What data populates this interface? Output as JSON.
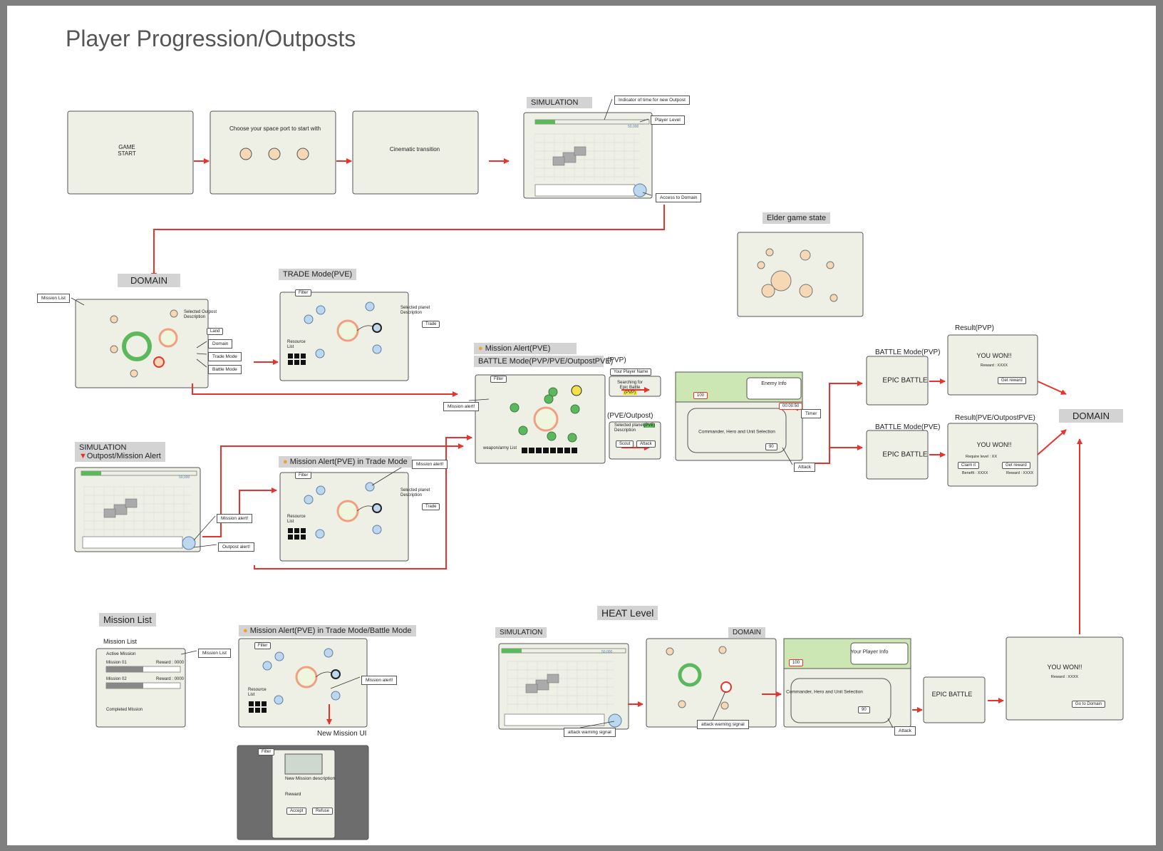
{
  "page": {
    "title": "Player Progression/Outposts"
  },
  "row1": {
    "game_start": [
      "GAME",
      "START"
    ],
    "choose_port": "Choose your space port to start with",
    "cinematic": "Cinematic transition",
    "simulation_header": "SIMULATION",
    "indicator_note": "Indicator of time for new Outpost",
    "player_level_note": "Player Level",
    "currency": "50,000",
    "access_domain_note": "Access to Domain"
  },
  "domain_screen": {
    "header": "DOMAIN",
    "mission_list_note": "Mission List",
    "outpost_desc": [
      "Selected Outpost",
      "Description"
    ],
    "land": "Land",
    "domain_note": "Domain",
    "trade_note": "Trade Mode",
    "battle_note": "Battle Mode"
  },
  "trade_screen": {
    "header": "TRADE Mode(PVE)",
    "filter": "Filter",
    "planet_desc": [
      "Selected planet",
      "Description"
    ],
    "trade": "Trade",
    "resource": [
      "Resource",
      "List"
    ]
  },
  "elder": {
    "header": "Elder game state"
  },
  "battle_screen": {
    "header_alert": "Mission Alert(PVE)",
    "header_mode": "BATTLE Mode(PVP/PVE/OutpostPVE)",
    "filter": "Filter",
    "mission_alert": "Mission alert!",
    "weapon_list": "weapon/army List",
    "pvp_label": "(PVP)",
    "player_name": "Your Player Name",
    "searching": [
      "Searching for",
      "Epic Battle"
    ],
    "pvp_tag": "(PVP)",
    "pve_label": "(PVE/Outpost)",
    "pve_desc": [
      "Selected planet",
      "Description"
    ],
    "pve_tag": "(PVE)",
    "scout": "Scout",
    "attack": "Attack"
  },
  "commander_screen": {
    "hp": "100",
    "enemy_info": "Enemy Info",
    "timer_value": "00:00:50",
    "timer_note": "Timer",
    "selection": "Commander, Hero and Unit Selection",
    "cost": "90",
    "attack_note": "Attack"
  },
  "results": {
    "battle_pvp": "BATTLE Mode(PVP)",
    "epic": "EPIC BATTLE",
    "result_pvp": "Result(PVP)",
    "won": "YOU WON!!",
    "reward": "Reward : XXXX",
    "get_reward": "Get reward",
    "battle_pve": "BATTLE Mode(PVE)",
    "result_pve": "Result(PVE/OutpostPVE)",
    "require": "Require level : XX",
    "claim": "Claim it",
    "benefit": "Benefit : XXXX",
    "domain": "DOMAIN"
  },
  "sim_alert": {
    "header1": "SIMULATION",
    "header2": "Outpost/Mission Alert",
    "currency": "50,000",
    "mission_alert": "Mission alert!",
    "outpost_alert": "Outpost alert!"
  },
  "trade_alert": {
    "header": "Mission Alert(PVE) in Trade Mode",
    "filter": "Filter",
    "mission_alert": "Mission alert!",
    "planet_desc": [
      "Selected planet",
      "Description"
    ],
    "trade": "Trade",
    "resource": [
      "Resource",
      "List"
    ]
  },
  "mission_list": {
    "header": "Mission List",
    "title": "Mission List",
    "active": "Active Mission",
    "m1": "Mission 01",
    "r1": "Reward : 0000",
    "m2": "Mission 02",
    "r2": "Reward : 0000",
    "completed": "Completed Mission",
    "note": "Mission List"
  },
  "tb_alert": {
    "header": "Mission Alert(PVE) in Trade Mode/Battle Mode",
    "filter": "Filter",
    "resource": [
      "Resource",
      "List"
    ],
    "mission_alert": "Mission alert!"
  },
  "new_mission": {
    "header": "New Mission UI",
    "filter": "Filter",
    "desc": "New Mission description",
    "reward": "Reward",
    "accept": "Accept",
    "refuse": "Refuse"
  },
  "heat": {
    "header": "HEAT Level",
    "sim": "SIMULATION",
    "currency": "50,000",
    "warn1": "attack warning signal",
    "domain": "DOMAIN",
    "warn2": "attack warning signal",
    "hp": "100",
    "player_info": "Your Player Info",
    "selection": "Commander, Hero and Unit Selection",
    "cost": "90",
    "attack_note": "Attack",
    "epic": "EPIC BATTLE",
    "won": "YOU WON!!",
    "reward": "Reward : XXXX",
    "go_domain": "Go to Domain"
  },
  "colors": {
    "arrow": "#e8322b",
    "panel": "#eef0e6",
    "circle": "#f6d8b4",
    "green_circle": "#5cb85c",
    "blue_circle": "#bcd7ee"
  }
}
